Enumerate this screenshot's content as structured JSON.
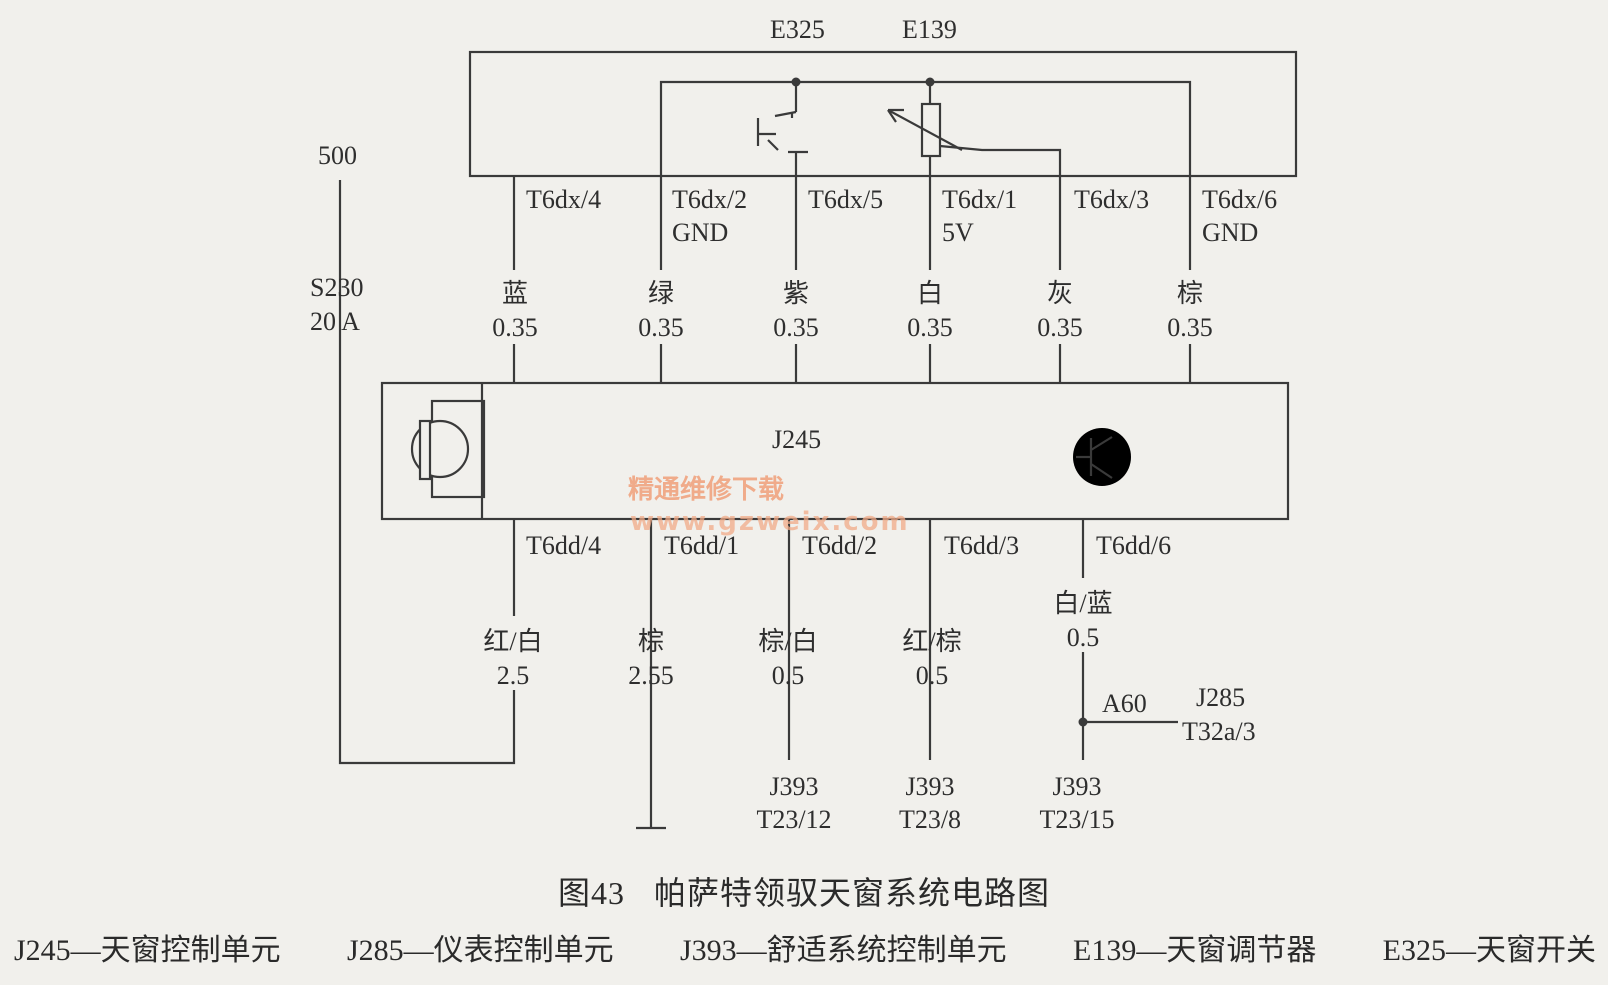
{
  "components": {
    "top_module": {
      "e325": "E325",
      "e139": "E139"
    },
    "main_module": {
      "j245": "J245"
    }
  },
  "fuse": {
    "circuit": "500",
    "id": "S230",
    "rating": "20 A"
  },
  "top_pins": [
    {
      "pin": "T6dx/4",
      "sub": "",
      "color": "蓝",
      "gauge": "0.35"
    },
    {
      "pin": "T6dx/2",
      "sub": "GND",
      "color": "绿",
      "gauge": "0.35"
    },
    {
      "pin": "T6dx/5",
      "sub": "",
      "color": "紫",
      "gauge": "0.35"
    },
    {
      "pin": "T6dx/1",
      "sub": "5V",
      "color": "白",
      "gauge": "0.35"
    },
    {
      "pin": "T6dx/3",
      "sub": "",
      "color": "灰",
      "gauge": "0.35"
    },
    {
      "pin": "T6dx/6",
      "sub": "GND",
      "color": "棕",
      "gauge": "0.35"
    }
  ],
  "bottom_pins": [
    {
      "pin": "T6dd/4",
      "color": "红/白",
      "gauge": "2.5",
      "dest": "",
      "dest_pin": ""
    },
    {
      "pin": "T6dd/1",
      "color": "棕",
      "gauge": "2.55",
      "dest": "",
      "dest_pin": ""
    },
    {
      "pin": "T6dd/2",
      "color": "棕/白",
      "gauge": "0.5",
      "dest": "J393",
      "dest_pin": "T23/12"
    },
    {
      "pin": "T6dd/3",
      "color": "红/棕",
      "gauge": "0.5",
      "dest": "J393",
      "dest_pin": "T23/8"
    },
    {
      "pin": "T6dd/6",
      "color": "白/蓝",
      "gauge": "0.5",
      "dest": "J393",
      "dest_pin": "T23/15"
    }
  ],
  "branch": {
    "splice": "A60",
    "dest": "J285",
    "dest_pin": "T32a/3"
  },
  "watermark": {
    "text": "精通维修下载",
    "url": "www.gzweix.com"
  },
  "caption": {
    "fig": "图43",
    "title": "帕萨特领驭天窗系统电路图"
  },
  "legend": [
    "J245—天窗控制单元",
    "J285—仪表控制单元",
    "J393—舒适系统控制单元",
    "E139—天窗调节器",
    "E325—天窗开关"
  ]
}
